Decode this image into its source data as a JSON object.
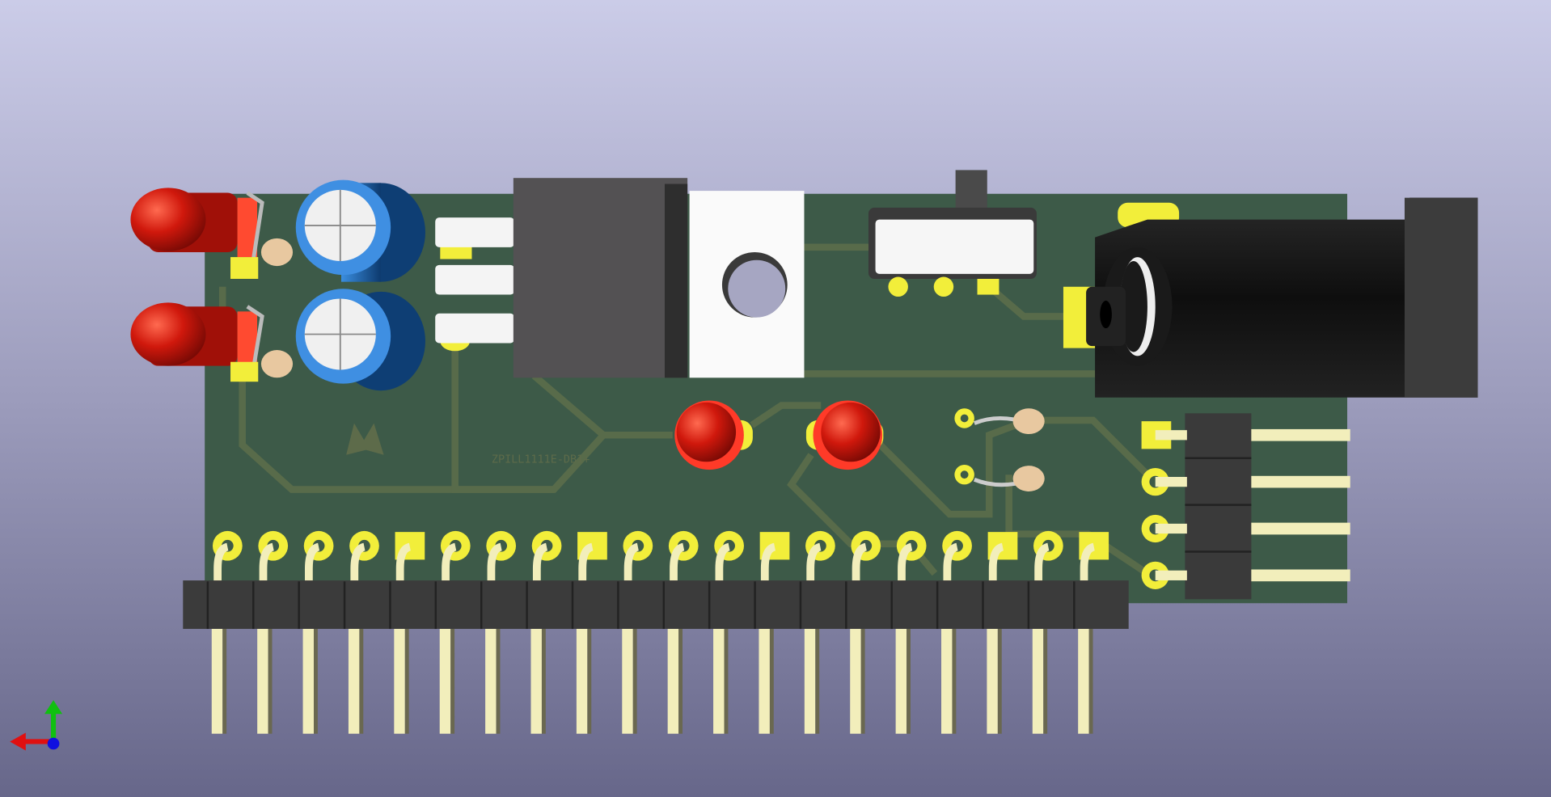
{
  "board": {
    "silkscreen_text": "ZPILL1111E-DB1+",
    "colors": {
      "substrate": "#3d5a48",
      "trace": "#586b4a",
      "pad": "#f2ee3a",
      "pin": "#f2eebb",
      "header": "#3b3b3b"
    }
  },
  "header_pins": 20,
  "side_header_pins": 4,
  "axes": {
    "x_color": "#e01010",
    "y_color": "#10c010",
    "z_color": "#1010e0"
  }
}
